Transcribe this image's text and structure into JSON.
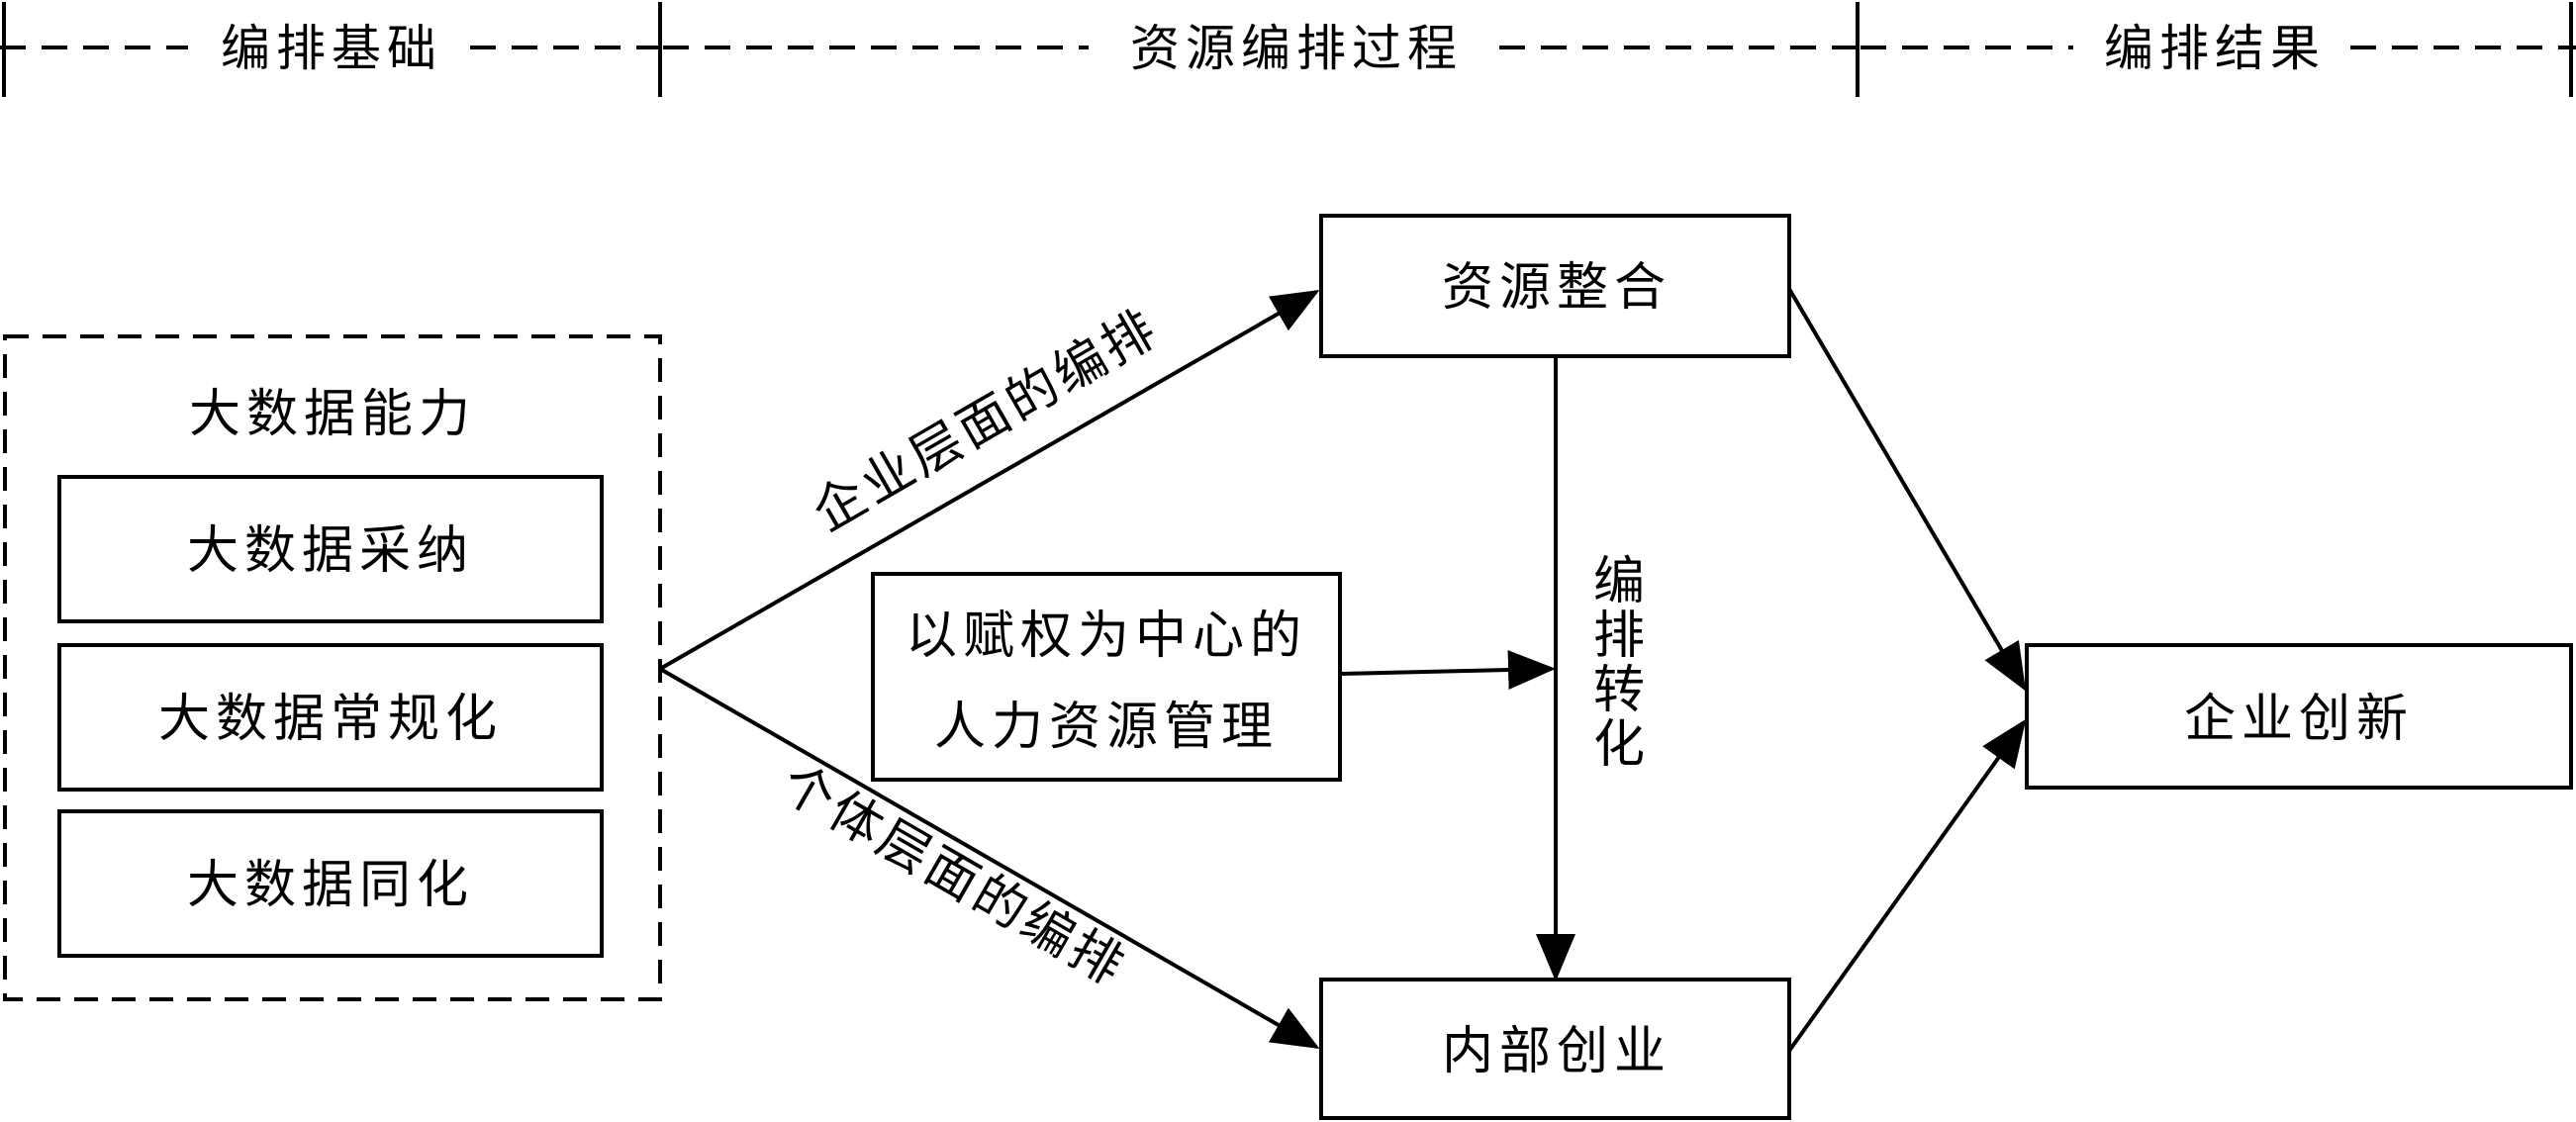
{
  "header": {
    "section_foundation": "编排基础",
    "section_process": "资源编排过程",
    "section_result": "编排结果"
  },
  "capability_group": {
    "title": "大数据能力",
    "items": [
      "大数据采纳",
      "大数据常规化",
      "大数据同化"
    ]
  },
  "nodes": {
    "resource_integration": "资源整合",
    "hrm_line1": "以赋权为中心的",
    "hrm_line2": "人力资源管理",
    "internal_venturing": "内部创业",
    "innovation": "企业创新"
  },
  "edge_labels": {
    "enterprise_level": "企业层面的编排",
    "individual_level": "个体层面的编排",
    "transformation_chars": [
      "编",
      "排",
      "转",
      "化"
    ]
  },
  "colors": {
    "stroke": "#000000",
    "background": "#ffffff"
  }
}
